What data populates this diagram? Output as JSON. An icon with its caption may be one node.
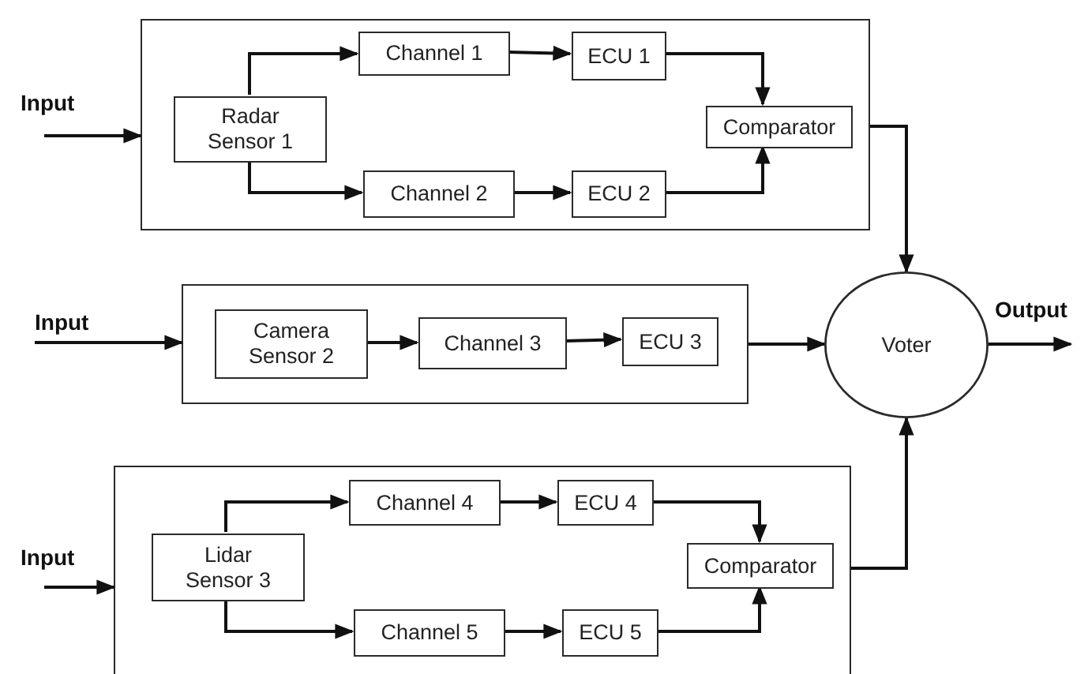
{
  "diagram": {
    "nodes": [
      {
        "text": [],
        "shape": "box"
      },
      {
        "text": [
          "Radar Sensor 1"
        ],
        "in": 0
      },
      {
        "text": [
          "Channel 1"
        ],
        "in": 0
      },
      {
        "text": [
          "ECU 1"
        ],
        "in": 0
      },
      {
        "text": [
          "Channel 2"
        ],
        "in": 0
      },
      {
        "text": [
          "ECU 2"
        ],
        "in": 0
      },
      {
        "text": [
          "Comparator"
        ],
        "in": 0
      },
      {
        "text": [],
        "shape": "box"
      },
      {
        "text": [
          "Camera Sensor 2"
        ],
        "in": 7
      },
      {
        "text": [
          "Channel 3"
        ],
        "in": 7
      },
      {
        "text": [
          "ECU 3"
        ],
        "in": 7
      },
      {
        "text": [
          "Voter"
        ]
      },
      {
        "text": [],
        "shape": "box"
      },
      {
        "text": [
          "Lidar Sensor 3"
        ],
        "in": 12
      },
      {
        "text": [
          "Channel 4"
        ],
        "in": 12
      },
      {
        "text": [
          "ECU 4"
        ],
        "in": 12
      },
      {
        "text": [
          "Comparator"
        ],
        "in": 12
      },
      {
        "text": [
          "Channel 5"
        ],
        "in": 12
      },
      {
        "text": [
          "ECU 5"
        ],
        "in": 12
      }
    ],
    "edges": [
      {
        "from": null,
        "to": 0,
        "arrow": "to",
        "label": "Input"
      },
      {
        "from": 1,
        "to": 2,
        "arrow": "to"
      },
      {
        "from": 1,
        "to": 4,
        "arrow": "to"
      },
      {
        "from": 2,
        "to": 3,
        "arrow": "to"
      },
      {
        "from": 4,
        "to": 5,
        "arrow": "to"
      },
      {
        "from": 3,
        "to": 6,
        "arrow": "to"
      },
      {
        "from": 5,
        "to": 6,
        "arrow": "to"
      },
      {
        "from": 0,
        "to": 11,
        "arrow": "to"
      },
      {
        "from": null,
        "to": 7,
        "arrow": "to",
        "label": "Input"
      },
      {
        "from": 8,
        "to": 9,
        "arrow": "to"
      },
      {
        "from": 9,
        "to": 10,
        "arrow": "to"
      },
      {
        "from": 7,
        "to": 11,
        "arrow": "to"
      },
      {
        "from": 11,
        "to": null,
        "arrow": "to",
        "label": "Output"
      },
      {
        "from": null,
        "to": 12,
        "arrow": "to",
        "label": "Input"
      },
      {
        "from": 13,
        "to": 14,
        "arrow": "to"
      },
      {
        "from": 13,
        "to": 17,
        "arrow": "to"
      },
      {
        "from": 14,
        "to": 15,
        "arrow": "to"
      },
      {
        "from": 17,
        "to": 18,
        "arrow": "to"
      },
      {
        "from": 15,
        "to": 16,
        "arrow": "to"
      },
      {
        "from": 18,
        "to": 16,
        "arrow": "to"
      },
      {
        "from": 12,
        "to": 11,
        "arrow": "to"
      }
    ]
  }
}
